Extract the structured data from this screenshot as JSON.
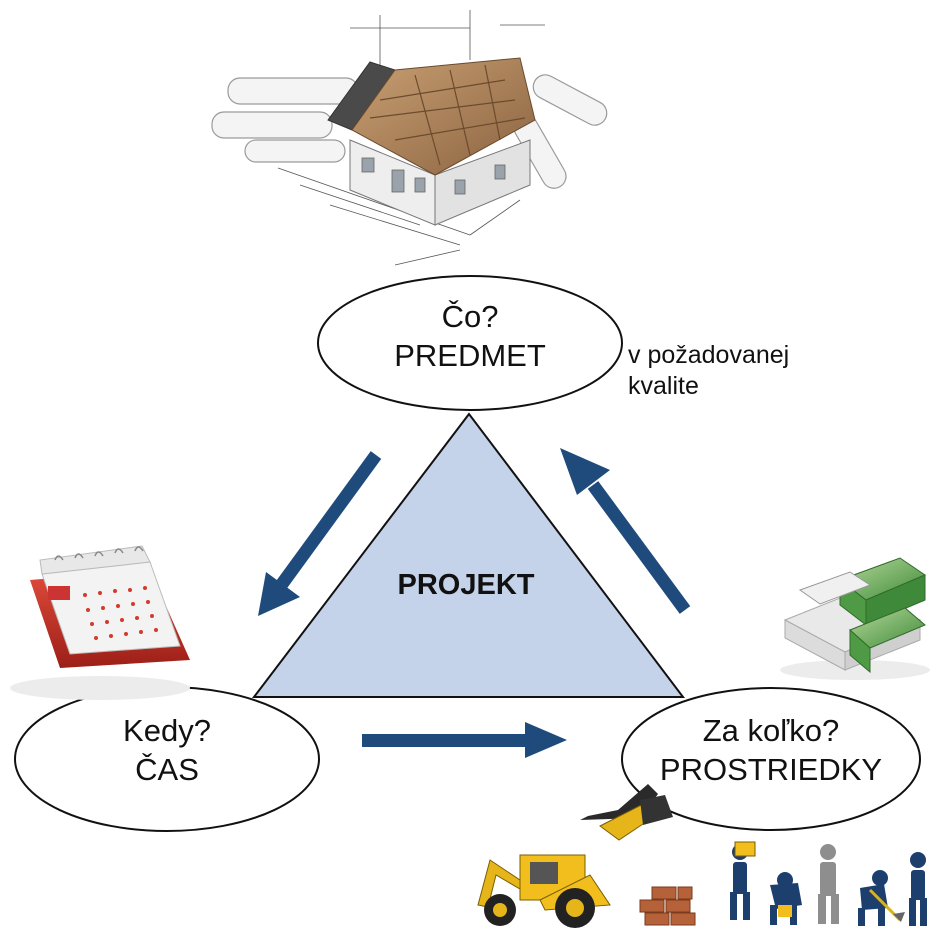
{
  "center": {
    "label": "PROJEKT"
  },
  "nodes": {
    "top": {
      "question": "Čo?",
      "name": "PREDMET"
    },
    "left": {
      "question": "Kedy?",
      "name": "ČAS"
    },
    "right": {
      "question": "Za koľko?",
      "name": "PROSTRIEDKY"
    }
  },
  "annotation": {
    "line1": "v požadovanej",
    "line2": "kvalite"
  },
  "colors": {
    "triangle_fill": "#c5d3ea",
    "arrow": "#1e4a7c",
    "outline": "#111111"
  },
  "icons": [
    "house-construction-icon",
    "calendar-icon",
    "money-stack-icon",
    "excavator-icon",
    "bricks-icon",
    "workers-icon"
  ]
}
